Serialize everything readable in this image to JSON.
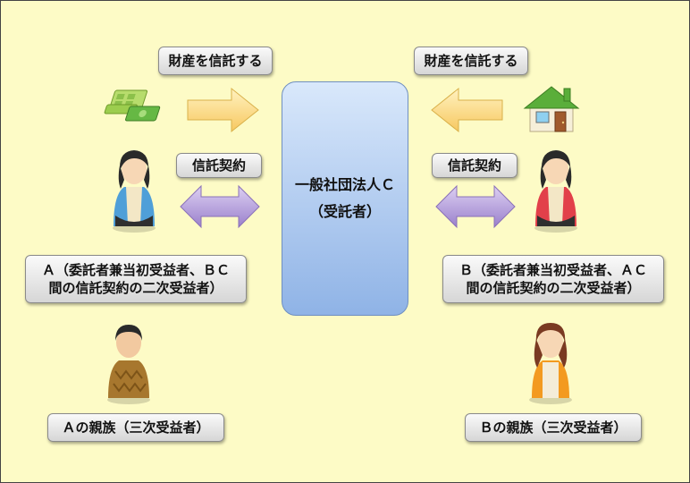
{
  "entrust_label_left": "財産を信託する",
  "entrust_label_right": "財産を信託する",
  "contract_label_left": "信託契約",
  "contract_label_right": "信託契約",
  "trustee": {
    "name": "一般社団法人Ｃ",
    "role": "（受託者）"
  },
  "person_a_label": [
    "Ａ（委託者兼当初受益者、ＢＣ",
    "間の信託契約の二次受益者）"
  ],
  "person_b_label": [
    "Ｂ（委託者兼当初受益者、ＡＣ",
    "間の信託契約の二次受益者）"
  ],
  "relative_a_label": "Ａの親族（三次受益者）",
  "relative_b_label": "Ｂの親族（三次受益者）",
  "colors": {
    "background": "#fdfbc6",
    "arrow_yellow": "#fde08a",
    "arrow_purple": "#b39ddb",
    "trustee_box": "#9dbbe8"
  }
}
